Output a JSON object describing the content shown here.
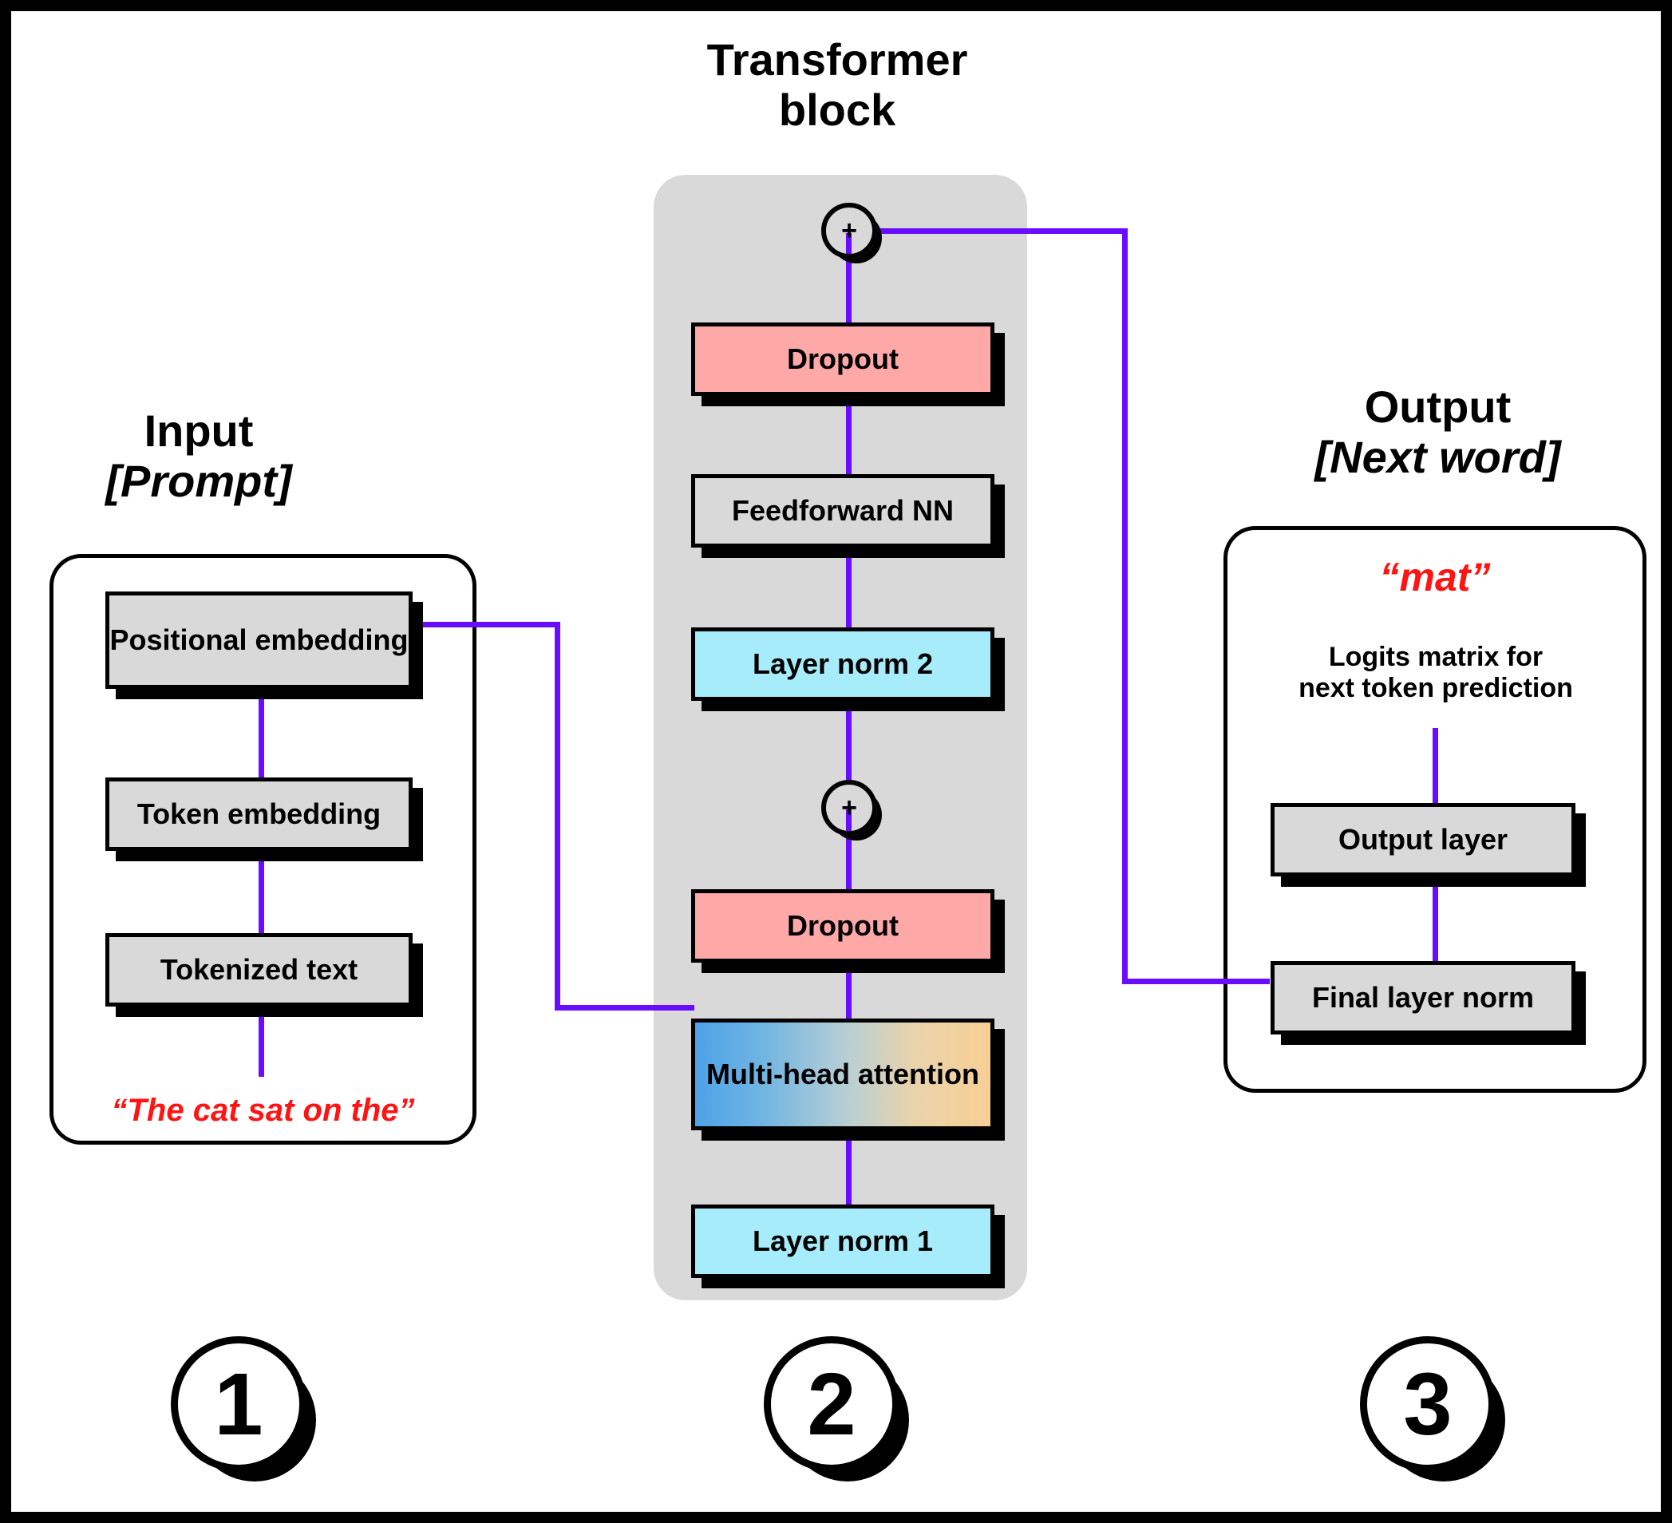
{
  "colors": {
    "wire": "#6a0dff",
    "accent_red": "#ff1414",
    "pink": "#ffa8a8",
    "cyan": "#a6ecfb",
    "gray_box": "#d9d9d9",
    "panel": "#d9d9d9",
    "attention_gradient_from": "#4ea2e8",
    "attention_gradient_to": "#f7cf94"
  },
  "input_section": {
    "heading_line1": "Input",
    "heading_line2": "[Prompt]",
    "nodes": [
      {
        "label": "Positional embedding"
      },
      {
        "label": "Token embedding"
      },
      {
        "label": "Tokenized text"
      }
    ],
    "prompt_text": "“The cat sat on the”",
    "step_number": "1"
  },
  "transformer_section": {
    "heading_line1": "Transformer",
    "heading_line2": "block",
    "residual_add_top": "+",
    "residual_add_mid": "+",
    "nodes": [
      {
        "label": "Dropout",
        "style": "pink"
      },
      {
        "label": "Feedforward NN",
        "style": "gray"
      },
      {
        "label": "Layer norm 2",
        "style": "cyan"
      },
      {
        "label": "Dropout",
        "style": "pink"
      },
      {
        "label": "Multi-head attention",
        "style": "gradient"
      },
      {
        "label": "Layer norm 1",
        "style": "cyan"
      }
    ],
    "step_number": "2"
  },
  "output_section": {
    "heading_line1": "Output",
    "heading_line2": "[Next word]",
    "predicted_word": "“mat”",
    "caption_line1": "Logits matrix for",
    "caption_line2": "next token prediction",
    "nodes": [
      {
        "label": "Output layer"
      },
      {
        "label": "Final layer norm"
      }
    ],
    "step_number": "3"
  }
}
